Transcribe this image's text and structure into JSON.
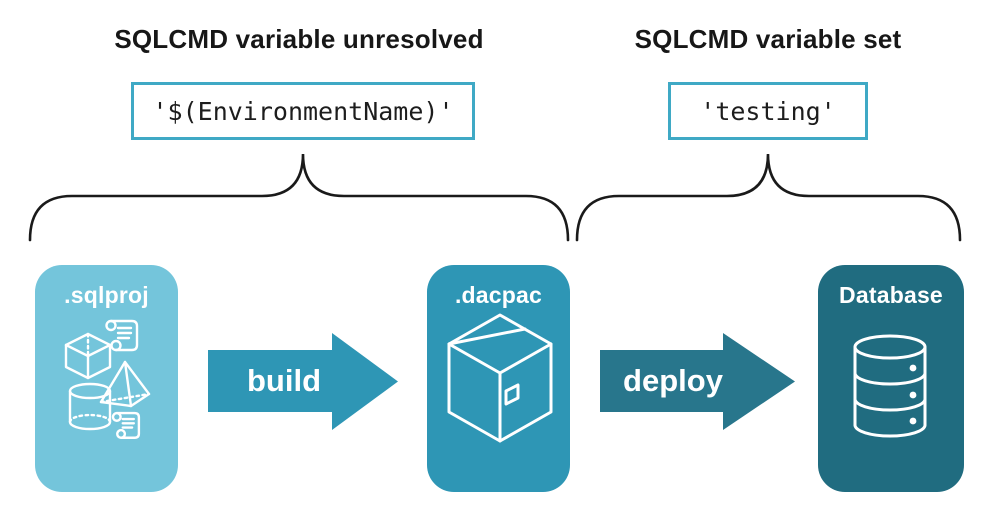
{
  "annotations": {
    "unresolved": {
      "heading": "SQLCMD variable unresolved",
      "code": "'$(EnvironmentName)'"
    },
    "set": {
      "heading": "SQLCMD variable set",
      "code": "'testing'"
    }
  },
  "pipeline": {
    "stages": [
      {
        "label": ".sqlproj",
        "fill": "#74c5db",
        "icon": "sql-objects-icon"
      },
      {
        "label": ".dacpac",
        "fill": "#2e96b5",
        "icon": "package-icon"
      },
      {
        "label": "Database",
        "fill": "#206c80",
        "icon": "database-icon"
      }
    ],
    "arrows": [
      {
        "label": "build",
        "fill": "#2e96b5"
      },
      {
        "label": "deploy",
        "fill": "#28768c"
      }
    ]
  },
  "colors": {
    "background": "#ffffff",
    "code_box_border": "#3fa9c5",
    "brace_stroke": "#1a1a1a",
    "heading_text": "#171717",
    "card_text": "#ffffff",
    "icon_stroke": "#ffffff"
  }
}
